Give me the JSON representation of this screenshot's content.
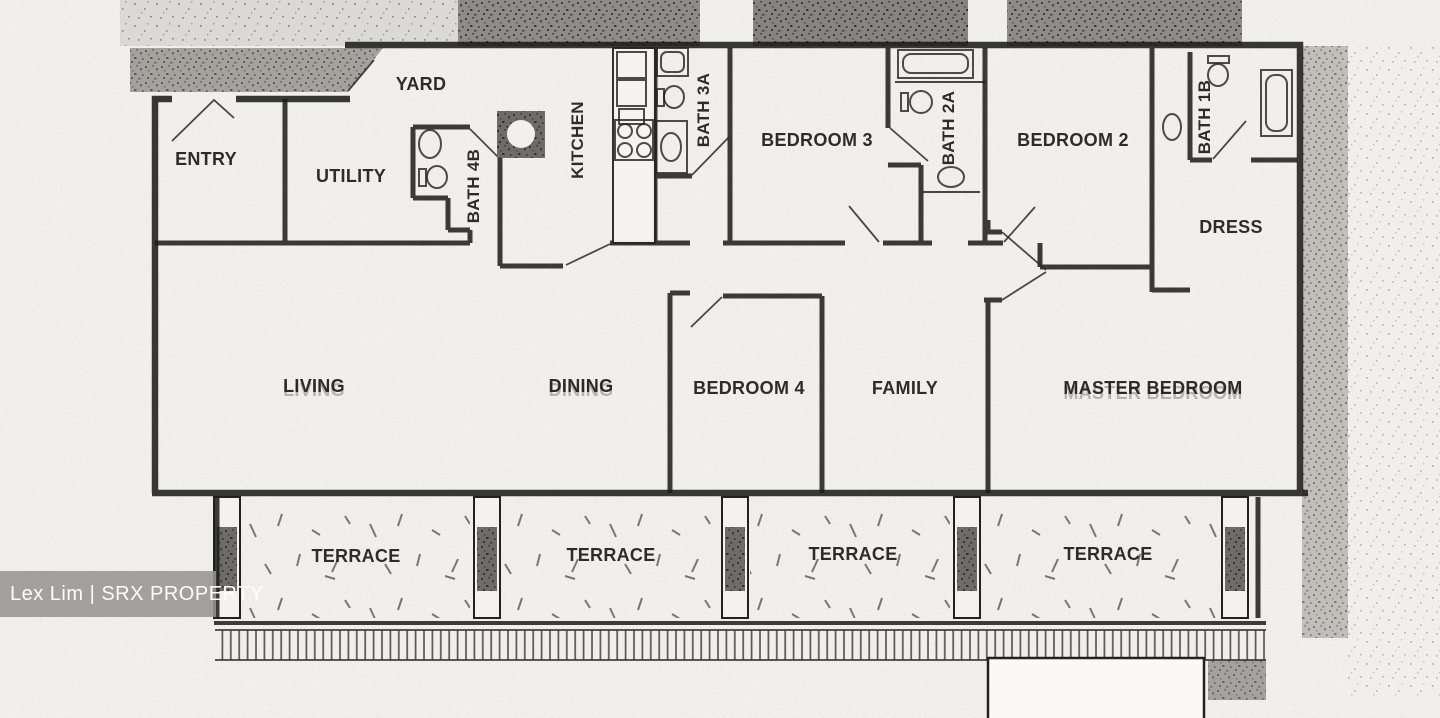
{
  "floorplan": {
    "rooms": {
      "entry": "ENTRY",
      "yard": "YARD",
      "utility": "UTILITY",
      "bath4b": "BATH 4B",
      "kitchen": "KITCHEN",
      "bath3a": "BATH 3A",
      "bedroom3": "BEDROOM 3",
      "bath2a": "BATH 2A",
      "bedroom2": "BEDROOM 2",
      "bath1b": "BATH 1B",
      "dress": "DRESS",
      "living": "LIVING",
      "dining": "DINING",
      "bedroom4": "BEDROOM 4",
      "family": "FAMILY",
      "master_bedroom": "MASTER BEDROOM",
      "terrace": "TERRACE"
    },
    "fixtures": {
      "toilet": "toilet",
      "sink": "sink-basin",
      "bathtub": "bathtub",
      "stove": "stove-4-burner",
      "kitchen_sink": "double-sink",
      "wash_area": "wash-area"
    },
    "colors": {
      "ink": "#1c1c1c",
      "paper": "#f2f0ec",
      "block": "#8f8c88",
      "watermark_bg": "#969594",
      "watermark_text": "#fdfdfd"
    }
  },
  "watermark": {
    "text": "Lex Lim | SRX PROPERTY"
  }
}
